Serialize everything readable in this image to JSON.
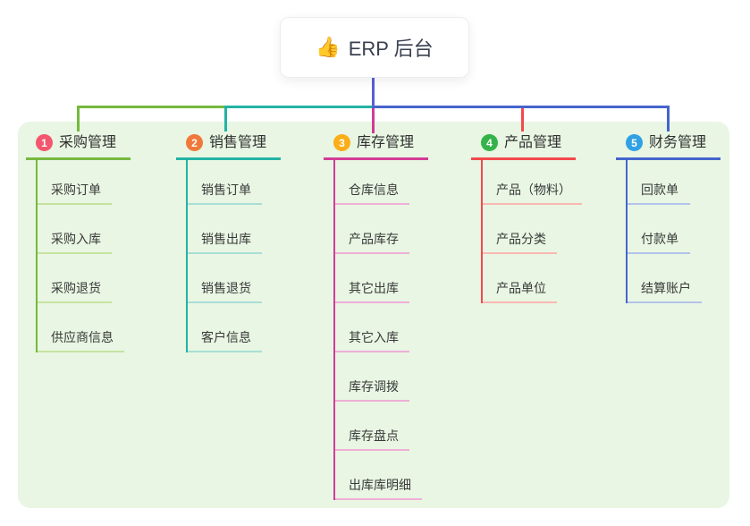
{
  "root": {
    "icon": "👍",
    "icon_name": "thumbs-up-icon",
    "title": "ERP 后台"
  },
  "theme": {
    "canvas_bg": "#ffffff",
    "panel_bg": "#e8f6e3",
    "root_line_color": "#5560d6",
    "header_text_color": "#303030",
    "child_text_color": "#3a3a3a",
    "root_text_color": "#39404f"
  },
  "branches": [
    {
      "number": "1",
      "label": "采购管理",
      "badge_color": "#f3566e",
      "line_color": "#76b93e",
      "child_line_color": "#c5e3a0",
      "children": [
        "采购订单",
        "采购入库",
        "采购退货",
        "供应商信息"
      ]
    },
    {
      "number": "2",
      "label": "销售管理",
      "badge_color": "#f0793a",
      "line_color": "#23b3a4",
      "child_line_color": "#a8ded6",
      "children": [
        "销售订单",
        "销售出库",
        "销售退货",
        "客户信息"
      ]
    },
    {
      "number": "3",
      "label": "库存管理",
      "badge_color": "#fbae17",
      "line_color": "#d23c96",
      "child_line_color": "#efaed7",
      "children": [
        "仓库信息",
        "产品库存",
        "其它出库",
        "其它入库",
        "库存调拨",
        "库存盘点",
        "出库库明细"
      ]
    },
    {
      "number": "4",
      "label": "产品管理",
      "badge_color": "#34b349",
      "line_color": "#f4494b",
      "child_line_color": "#fab8b3",
      "children": [
        "产品（物料）",
        "产品分类",
        "产品单位"
      ]
    },
    {
      "number": "5",
      "label": "财务管理",
      "badge_color": "#31a0e4",
      "line_color": "#4565cd",
      "child_line_color": "#b3c2ea",
      "children": [
        "回款单",
        "付款单",
        "结算账户"
      ]
    }
  ]
}
